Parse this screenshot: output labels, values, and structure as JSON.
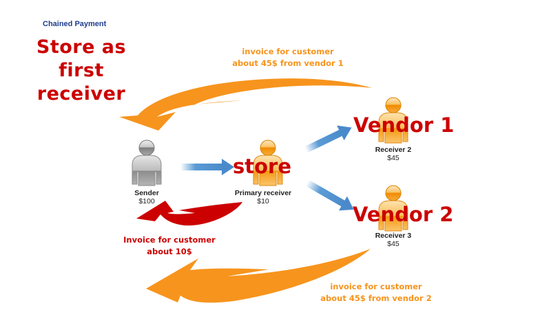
{
  "header": {
    "subtitle": "Chained Payment",
    "title_line1": "Store as first",
    "title_line2": "receiver"
  },
  "colors": {
    "title_red": "#cc0000",
    "invoice_orange": "#f7941d",
    "arrow_blue": "#5b9bd5",
    "subtitle_blue": "#1f3d8c",
    "sender_gray": "#9a9a9a",
    "receiver_orange": "#f7a21b"
  },
  "participants": [
    {
      "id": "sender",
      "name": "Sender",
      "amount": "$100",
      "icon": "person-gray-icon",
      "overlay": ""
    },
    {
      "id": "primary",
      "name": "Primary receiver",
      "amount": "$10",
      "icon": "person-orange-icon",
      "overlay": "store"
    },
    {
      "id": "receiver2",
      "name": "Receiver 2",
      "amount": "$45",
      "icon": "person-orange-icon",
      "overlay": "Vendor 1"
    },
    {
      "id": "receiver3",
      "name": "Receiver 3",
      "amount": "$45",
      "icon": "person-orange-icon",
      "overlay": "Vendor 2"
    }
  ],
  "flows": [
    {
      "from": "sender",
      "to": "primary",
      "type": "payment",
      "icon": "arrow-right-icon"
    },
    {
      "from": "primary",
      "to": "receiver2",
      "type": "payment",
      "icon": "arrow-up-right-icon"
    },
    {
      "from": "primary",
      "to": "receiver3",
      "type": "payment",
      "icon": "arrow-down-right-icon"
    },
    {
      "from": "receiver2",
      "to": "sender",
      "type": "invoice",
      "icon": "curved-arrow-icon"
    },
    {
      "from": "primary",
      "to": "sender",
      "type": "invoice",
      "icon": "curved-arrow-icon"
    },
    {
      "from": "receiver3",
      "to": "sender",
      "type": "invoice",
      "icon": "curved-arrow-icon"
    }
  ],
  "notes": {
    "vendor1_invoice_line1": "invoice for customer",
    "vendor1_invoice_line2": "about 45$ from vendor 1",
    "store_invoice_line1": "Invoice for customer",
    "store_invoice_line2": "about 10$",
    "vendor2_invoice_line1": "invoice for customer",
    "vendor2_invoice_line2": "about 45$ from vendor 2"
  }
}
